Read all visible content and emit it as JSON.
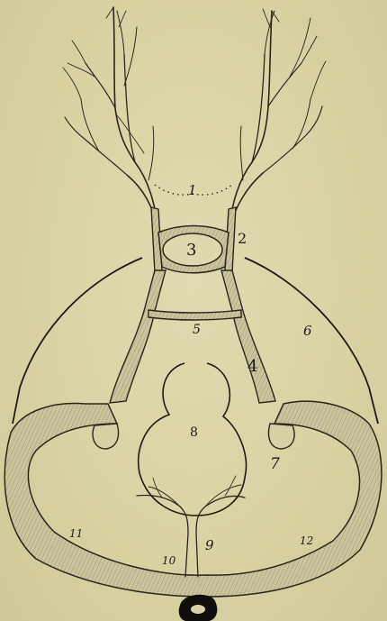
{
  "figure": {
    "labels": {
      "l1": "1",
      "l2": "2",
      "l3": "3",
      "l4": "4",
      "l5": "5",
      "l6": "6",
      "l7": "7",
      "l8": "8",
      "l9": "9",
      "l10": "10",
      "l11": "11",
      "l12": "12"
    },
    "colors": {
      "paper": "#d9d4a6",
      "ink": "#1c1a14",
      "vessel_fill": "#c8c29a"
    }
  }
}
